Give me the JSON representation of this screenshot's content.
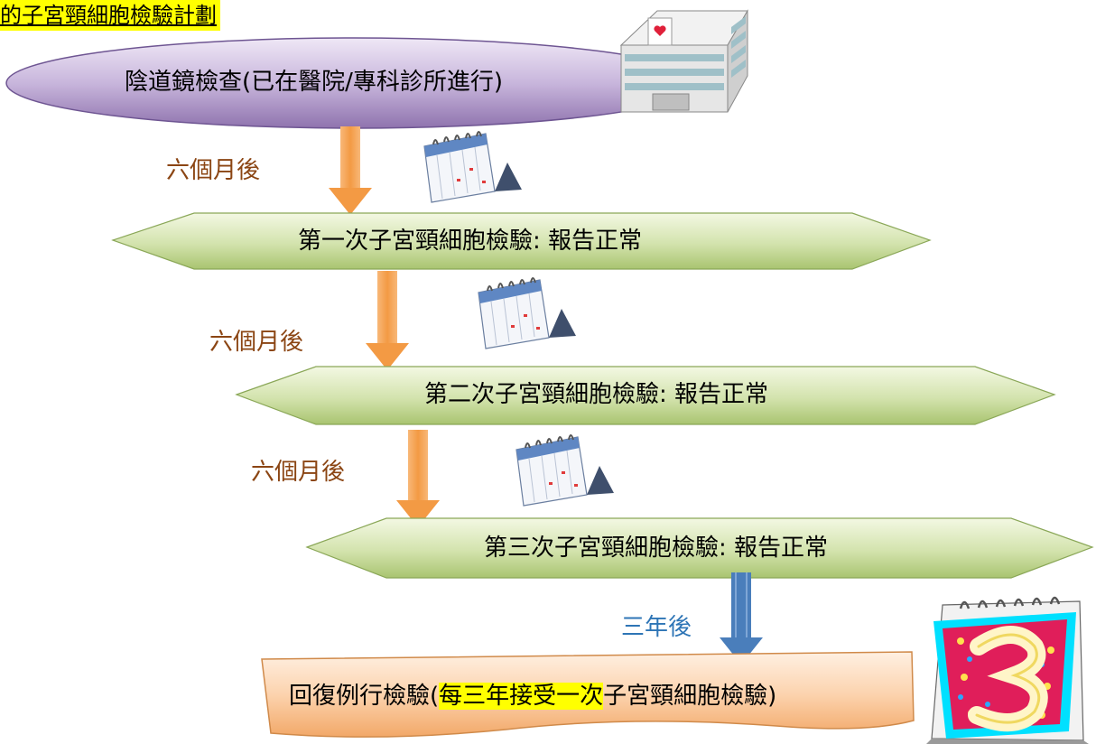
{
  "title": "的子宮頸細胞檢驗計劃",
  "colposcopy": {
    "label": "陰道鏡檢查(已在醫院/專科診所進行)"
  },
  "stages": [
    {
      "interval": "六個月後",
      "label": "第一次子宮頸細胞檢驗:   報告正常"
    },
    {
      "interval": "六個月後",
      "label": "第二次子宮頸細胞檢驗:   報告正常"
    },
    {
      "interval": "六個月後",
      "label": "第三次子宮頸細胞檢驗:   報告正常"
    }
  ],
  "final_interval": "三年後",
  "final": {
    "prefix": "回復例行檢驗(",
    "highlight": "每三年接受一次",
    "suffix": "子宮頸細胞檢驗)"
  },
  "icons": {
    "hospital": "hospital-icon",
    "calendar": "calendar-icon",
    "three_year_calendar": "calendar-three-icon"
  },
  "colors": {
    "ellipse": "#b9a4d0",
    "hexagon": "#c4d69a",
    "arrow_orange": "#f4a04e",
    "arrow_blue": "#4a7ebb",
    "interval_text": "#8b4513",
    "final_interval_text": "#2e75b6",
    "final_box": "#fbcfa7",
    "highlight": "#ffff00"
  }
}
